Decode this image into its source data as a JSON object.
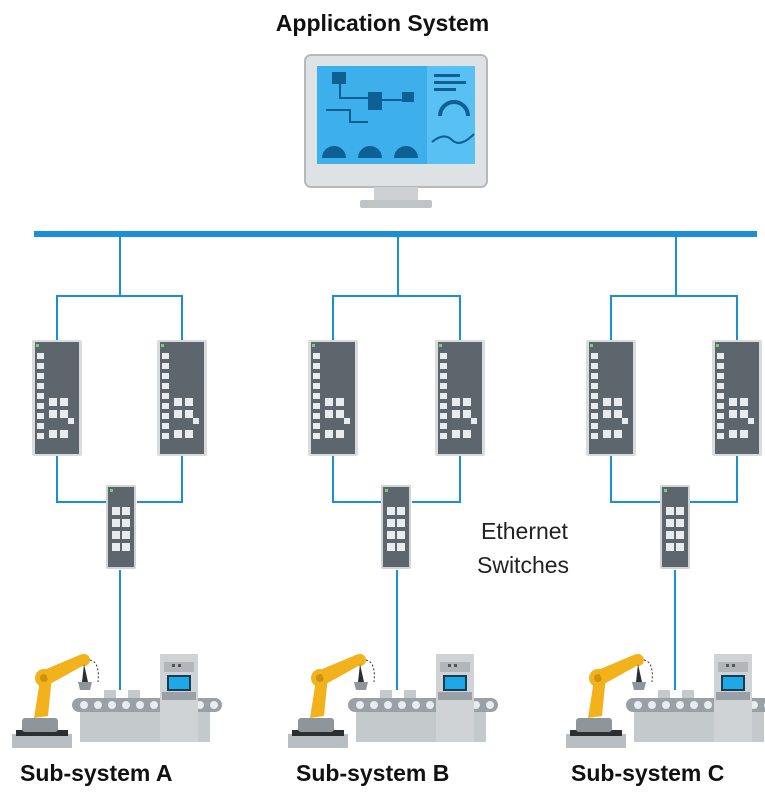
{
  "title": "Application System",
  "switch_caption": [
    "Ethernet",
    "Switches"
  ],
  "subsystems": [
    {
      "label": "Sub-system A"
    },
    {
      "label": "Sub-system B"
    },
    {
      "label": "Sub-system C"
    }
  ],
  "icons": {
    "monitor": "computer-monitor-icon",
    "switch": "ethernet-switch-icon",
    "robot": "robot-arm-icon",
    "conveyor": "conveyor-machine-icon"
  },
  "colors": {
    "link": "#1a8fd6",
    "backbone": "#1a8fd6",
    "robot": "#f2b21b",
    "switch_body": "#5d666d"
  }
}
